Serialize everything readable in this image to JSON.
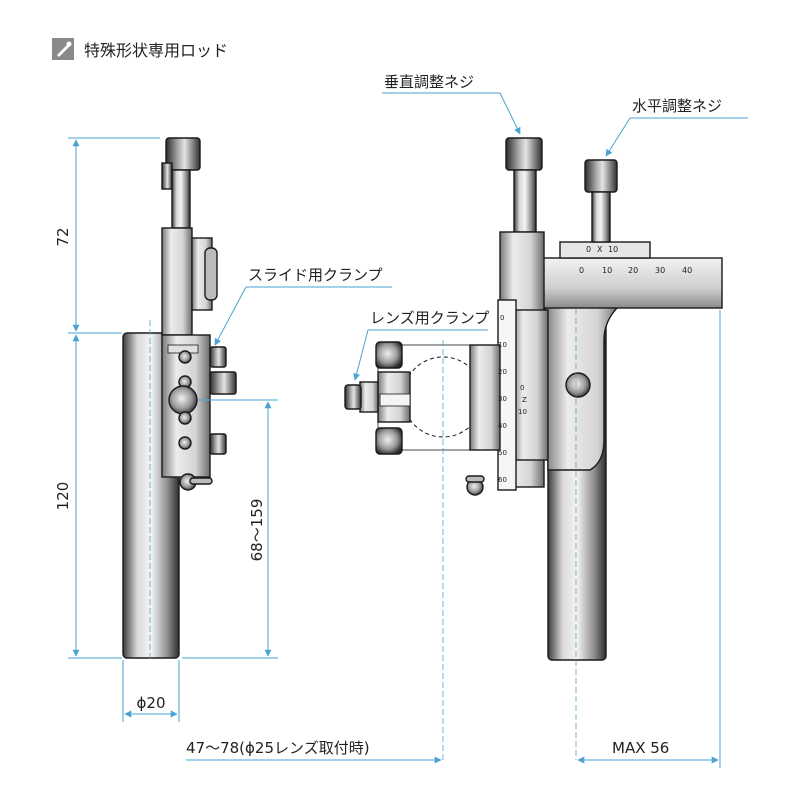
{
  "header": {
    "title": "特殊形状専用ロッド",
    "icon": "wrench-icon"
  },
  "callouts": {
    "vertical_screw": "垂直調整ネジ",
    "horizontal_screw": "水平調整ネジ",
    "slide_clamp": "スライド用クランプ",
    "lens_clamp": "レンズ用クランプ"
  },
  "dimensions": {
    "d72": "72",
    "d120": "120",
    "d68_159": "68～159",
    "phi20": "ϕ20",
    "bottom_range": "47～78(ϕ25レンズ取付時)",
    "max56": "MAX 56"
  },
  "scale_labels": {
    "top_small": [
      "0",
      "X",
      "10"
    ],
    "top": [
      "0",
      "10",
      "20",
      "30",
      "40"
    ],
    "vertical": [
      "0",
      "10",
      "20",
      "30",
      "40",
      "50",
      "60"
    ],
    "z_scale": [
      "0",
      "Z",
      "10"
    ]
  },
  "colors": {
    "dimension_line": "#4aa3d4",
    "metal_dark": "#3a3a3a",
    "metal_light": "#9a9a9a"
  }
}
